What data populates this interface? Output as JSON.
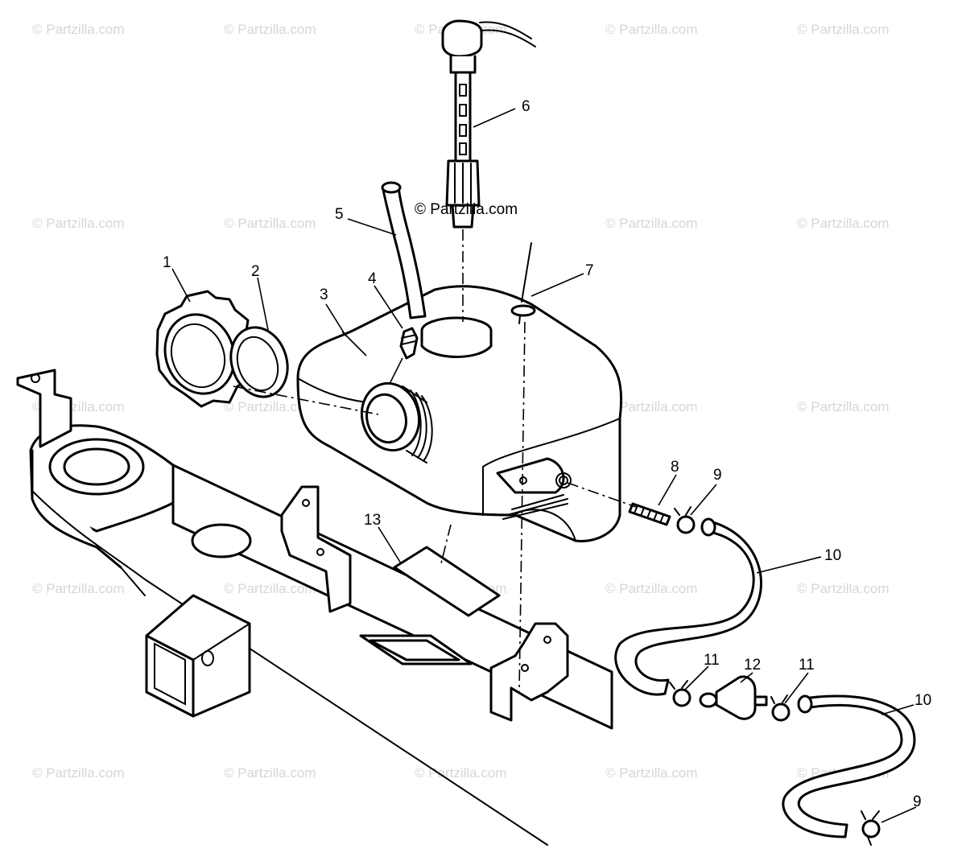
{
  "watermark": "© Partzilla.com",
  "callouts": {
    "c1": "1",
    "c2": "2",
    "c3": "3",
    "c4": "4",
    "c5": "5",
    "c6": "6",
    "c7": "7",
    "c8": "8",
    "c9a": "9",
    "c9b": "9",
    "c10a": "10",
    "c10b": "10",
    "c11a": "11",
    "c11b": "11",
    "c12": "12",
    "c13": "13"
  },
  "colors": {
    "line": "#000000",
    "watermark": "#d6d6d6",
    "background": "#ffffff"
  }
}
